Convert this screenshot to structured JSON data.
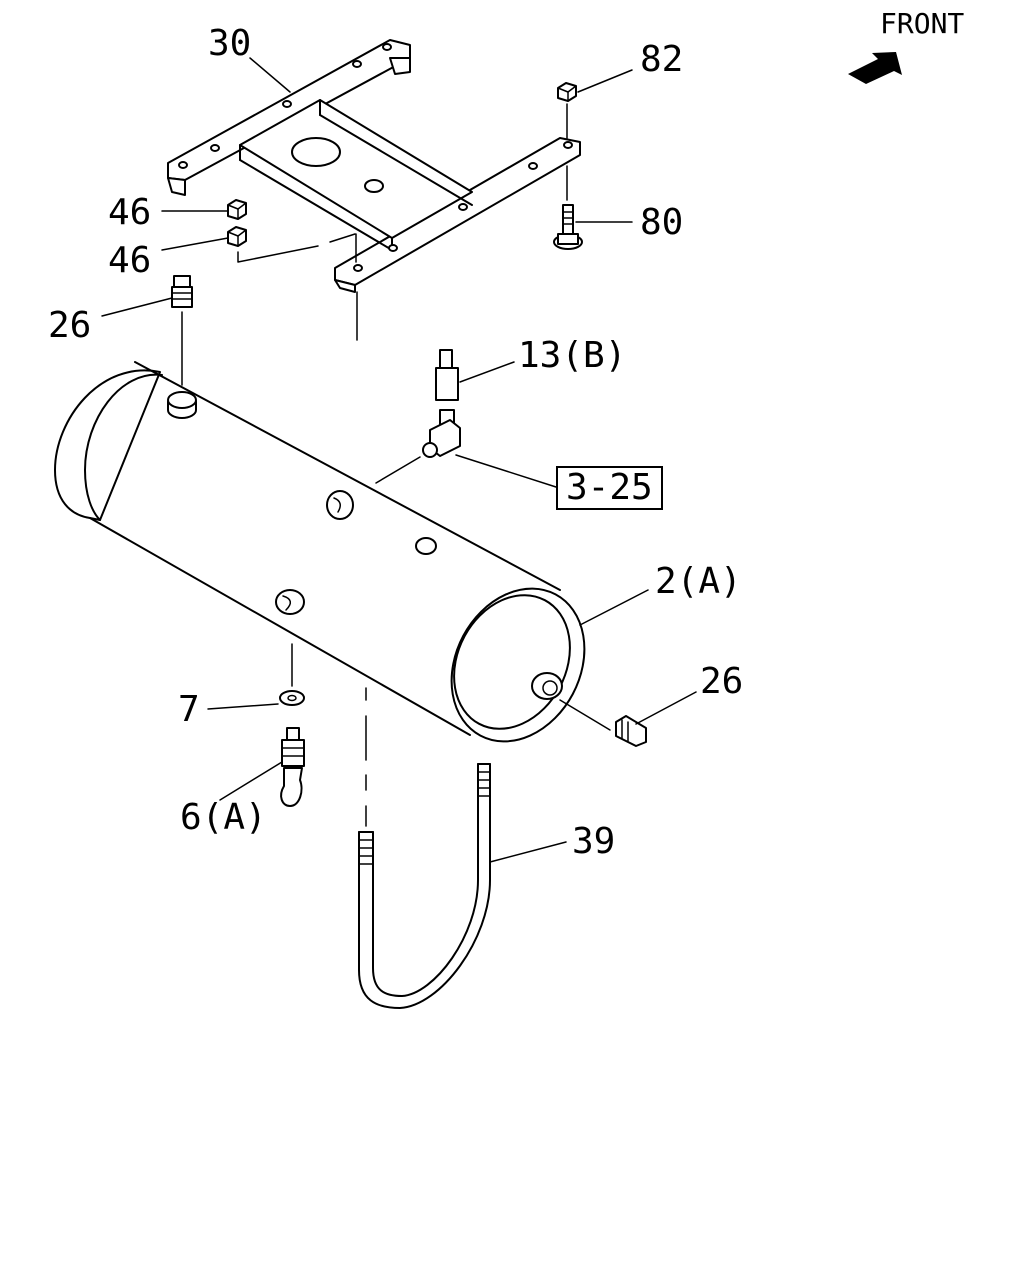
{
  "orientation": {
    "text": "FRONT",
    "icon": "front-arrow-icon"
  },
  "callouts": {
    "c30": "30",
    "c82": "82",
    "c80": "80",
    "c46a": "46",
    "c46b": "46",
    "c26a": "26",
    "c13b": "13(B)",
    "c325": "3-25",
    "c2a": "2(A)",
    "c26b": "26",
    "c7": "7",
    "c6a": "6(A)",
    "c39": "39"
  }
}
